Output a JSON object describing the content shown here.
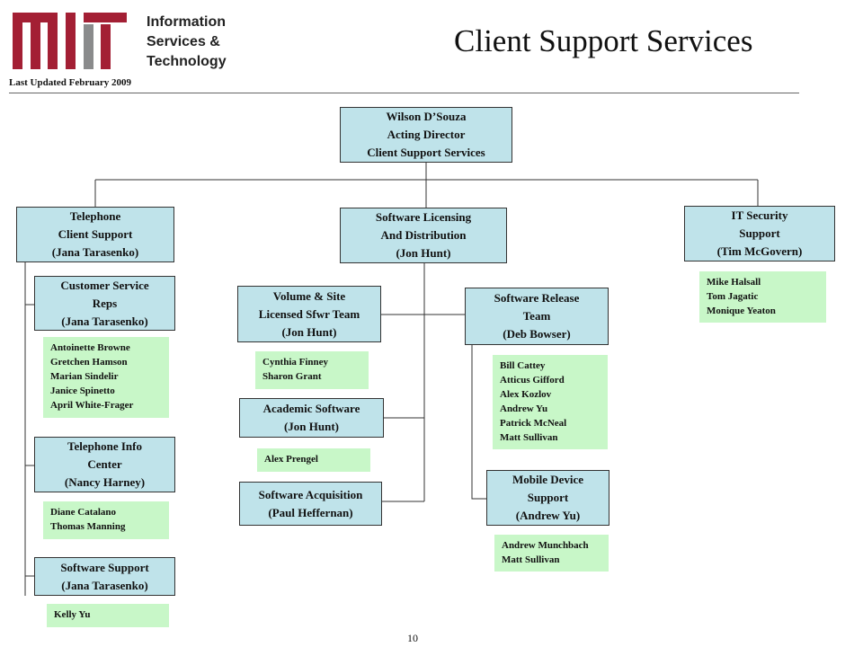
{
  "header": {
    "dept_lines": [
      "Information",
      "Services &",
      "Technology"
    ],
    "updated": "Last Updated February 2009",
    "title": "Client Support Services",
    "logo_colors": {
      "primary": "#a31f34",
      "secondary": "#8a8b8c"
    }
  },
  "colors": {
    "box_fill": "#bfe3ea",
    "names_fill": "#c8f7c8"
  },
  "director": [
    "Wilson D’Souza",
    "Acting Director",
    "Client Support Services"
  ],
  "telephone": {
    "box": [
      "Telephone",
      "Client Support",
      "(Jana Tarasenko)"
    ],
    "teams": [
      {
        "box": [
          "Customer Service",
          "Reps",
          "(Jana Tarasenko)"
        ],
        "members": [
          "Antoinette Browne",
          "Gretchen Hamson",
          "Marian Sindelir",
          "Janice Spinetto",
          "April White-Frager"
        ]
      },
      {
        "box": [
          "Telephone Info",
          "Center",
          "(Nancy Harney)"
        ],
        "members": [
          "Diane Catalano",
          "Thomas Manning"
        ]
      },
      {
        "box": [
          "Software Support",
          "(Jana Tarasenko)"
        ],
        "members": [
          "Kelly Yu"
        ]
      }
    ]
  },
  "software_licensing": {
    "box": [
      "Software Licensing",
      "And Distribution",
      "(Jon Hunt)"
    ],
    "volume": {
      "box": [
        "Volume & Site",
        "Licensed Sfwr Team",
        "(Jon Hunt)"
      ],
      "members": [
        "Cynthia Finney",
        "Sharon Grant"
      ]
    },
    "academic": {
      "box": [
        "Academic Software",
        "(Jon Hunt)"
      ],
      "members": [
        "Alex Prengel"
      ]
    },
    "acquisition": {
      "box": [
        "Software Acquisition",
        "(Paul Heffernan)"
      ]
    },
    "release": {
      "box": [
        "Software Release",
        "Team",
        "(Deb Bowser)"
      ],
      "members": [
        "Bill Cattey",
        "Atticus Gifford",
        "Alex Kozlov",
        "Andrew Yu",
        "Patrick McNeal",
        "Matt Sullivan"
      ]
    },
    "mobile": {
      "box": [
        "Mobile Device",
        "Support",
        "(Andrew Yu)"
      ],
      "members": [
        "Andrew Munchbach",
        "Matt Sullivan"
      ]
    }
  },
  "it_security": {
    "box": [
      "IT Security",
      "Support",
      "(Tim McGovern)"
    ],
    "members": [
      "Mike Halsall",
      "Tom Jagatic",
      "Monique Yeaton"
    ]
  },
  "page_number": "10"
}
